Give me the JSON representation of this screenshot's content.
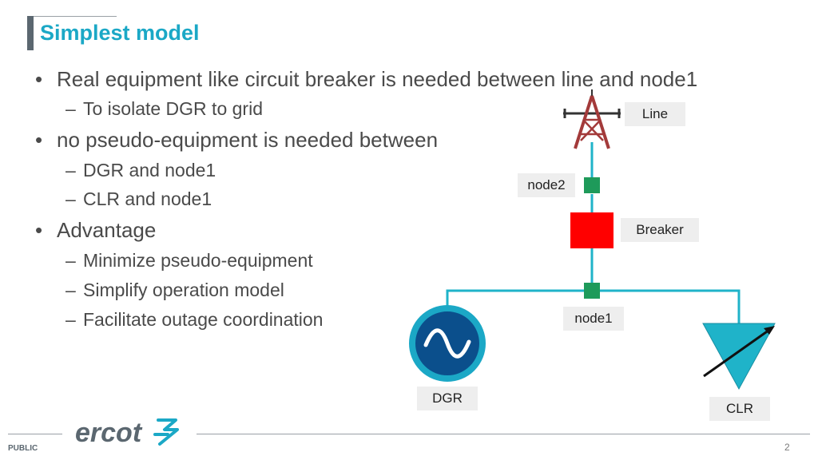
{
  "slide": {
    "title": "Simplest model",
    "bullets": [
      {
        "level": 1,
        "text": "Real equipment like circuit breaker is needed between line and node1"
      },
      {
        "level": 2,
        "text": "To isolate DGR to grid"
      },
      {
        "level": 1,
        "text": "no pseudo-equipment is needed between"
      },
      {
        "level": 2,
        "text": "DGR and node1"
      },
      {
        "level": 2,
        "text": "CLR and node1"
      },
      {
        "level": 1,
        "text": "Advantage"
      },
      {
        "level": 2,
        "text": "Minimize pseudo-equipment"
      },
      {
        "level": 2,
        "text": "Simplify operation model"
      },
      {
        "level": 2,
        "text": "Facilitate outage coordination"
      }
    ],
    "bullet_char": "•",
    "dash_char": "–"
  },
  "diagram": {
    "labels": {
      "line": "Line",
      "node2": "node2",
      "breaker": "Breaker",
      "node1": "node1",
      "dgr": "DGR",
      "clr": "CLR"
    },
    "colors": {
      "wire": "#1fb3c9",
      "node": "#1e9a5a",
      "breaker": "#ff0000",
      "tower": "#a33a3a",
      "dgr_ring": "#1ba8c6",
      "dgr_fill": "#0b4f8c",
      "clr_fill": "#1fb3c9"
    }
  },
  "footer": {
    "logo_text": "ercot",
    "public": "PUBLIC",
    "page": "2"
  }
}
